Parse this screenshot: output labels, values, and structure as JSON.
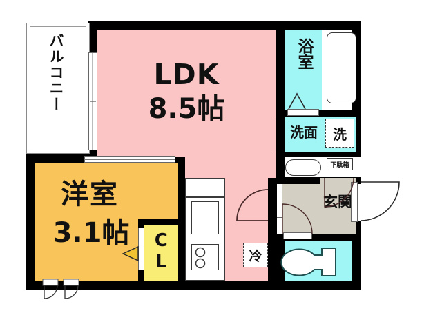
{
  "plan": {
    "type": "japanese-floor-plan",
    "colors": {
      "ldk": "#FBC5C5",
      "room": "#F9C55A",
      "closet": "#FAED75",
      "water": "#A0F5F5",
      "entrance": "#D3D0C3",
      "wall": "#000000",
      "background": "#FFFFFF"
    },
    "rooms": [
      {
        "id": "balcony",
        "name": "balcony",
        "label": "バルコニー",
        "orientation": "vertical",
        "fill": "#FFFFFF"
      },
      {
        "id": "ldk",
        "name": "living-dining-kitchen",
        "label": "LDK",
        "size": "8.5帖",
        "area_jo": 8.5,
        "fill": "#FBC5C5"
      },
      {
        "id": "washitsu",
        "name": "western-room",
        "label": "洋室",
        "size": "3.1帖",
        "area_jo": 3.1,
        "fill": "#F9C55A"
      },
      {
        "id": "closet",
        "name": "closet",
        "label": "CL",
        "fill": "#FAED75"
      },
      {
        "id": "bath",
        "name": "bathroom",
        "label": "浴室",
        "orientation": "vertical",
        "fill": "#A0F5F5"
      },
      {
        "id": "washbasin",
        "name": "washroom",
        "label": "洗面",
        "fill": "#A0F5F5"
      },
      {
        "id": "entrance",
        "name": "entrance-hall",
        "label": "玄関",
        "fill": "#D3D0C3"
      },
      {
        "id": "toilet",
        "name": "toilet",
        "label": "",
        "fill": "#A0F5F5"
      }
    ],
    "markers": [
      {
        "id": "washer",
        "label": "洗",
        "name": "washing-machine-marker",
        "style": "dashed"
      },
      {
        "id": "fridge",
        "label": "冷",
        "name": "refrigerator-marker",
        "style": "dashed"
      },
      {
        "id": "shoebox",
        "label": "下駄箱",
        "name": "shoe-cabinet-label",
        "style": "solid"
      }
    ],
    "fixtures": [
      {
        "id": "bathtub",
        "name": "bathtub"
      },
      {
        "id": "vanity",
        "name": "vanity-sink"
      },
      {
        "id": "sink",
        "name": "kitchen-sink"
      },
      {
        "id": "stove",
        "name": "stove-burners"
      },
      {
        "id": "toilet-bowl",
        "name": "toilet-fixture"
      }
    ]
  }
}
